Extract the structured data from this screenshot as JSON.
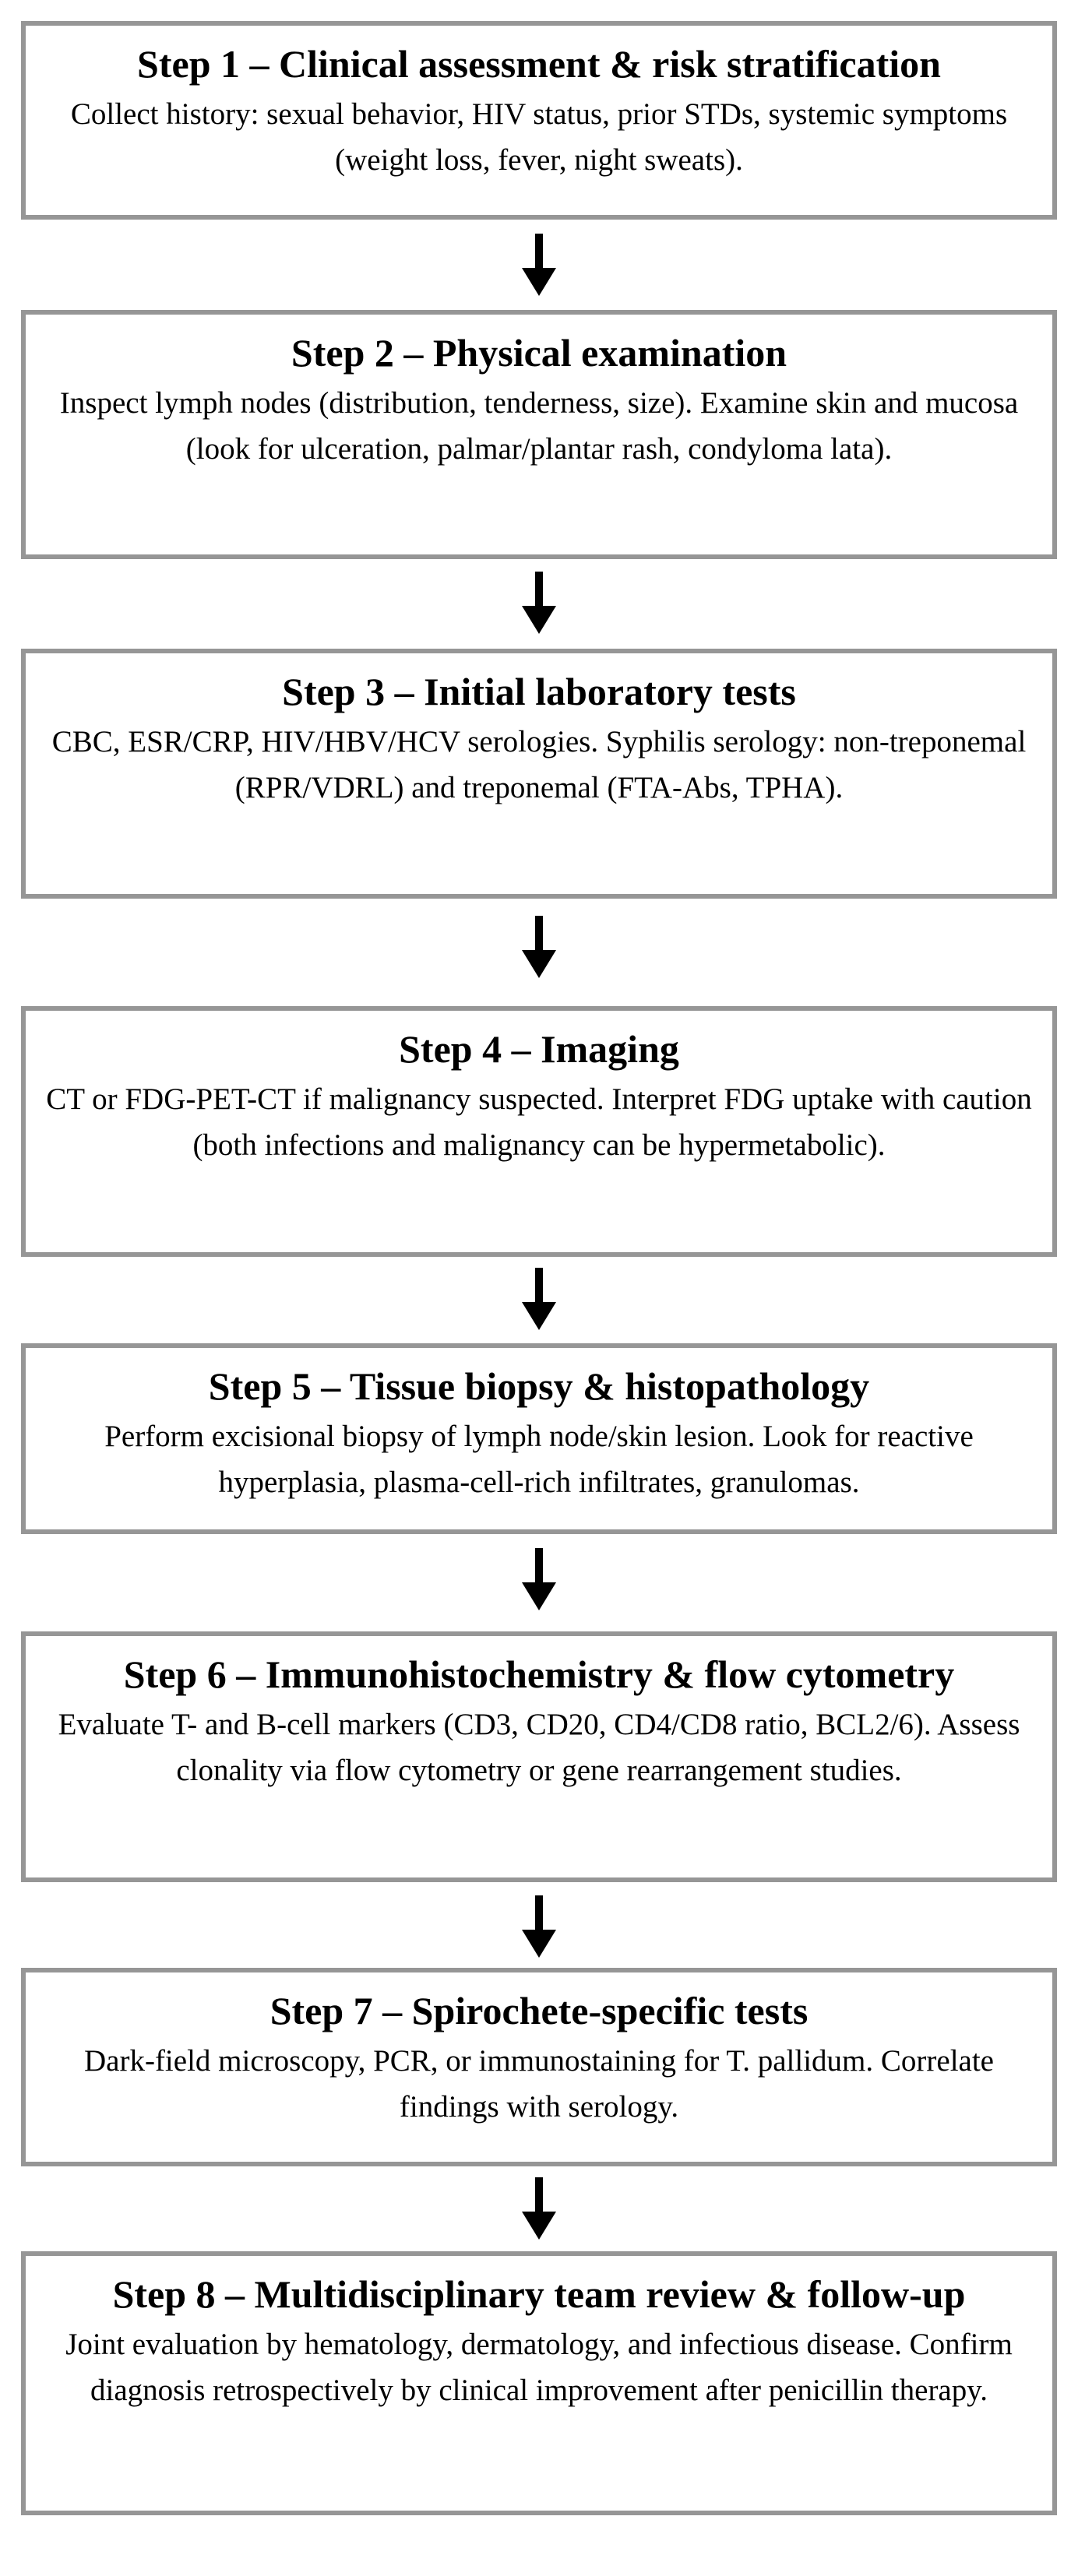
{
  "steps": [
    {
      "title": "Step 1 – Clinical assessment & risk stratification",
      "body": "Collect history: sexual behavior, HIV status, prior STDs, systemic symptoms (weight loss, fever, night sweats)."
    },
    {
      "title": "Step 2 – Physical examination",
      "body": "Inspect lymph nodes (distribution, tenderness, size). Examine skin and mucosa (look for ulceration, palmar/plantar rash, condyloma lata)."
    },
    {
      "title": "Step 3 – Initial laboratory tests",
      "body": "CBC, ESR/CRP, HIV/HBV/HCV serologies. Syphilis serology: non-treponemal (RPR/VDRL) and treponemal (FTA-Abs, TPHA)."
    },
    {
      "title": "Step 4 – Imaging",
      "body": "CT or FDG-PET-CT if malignancy suspected. Interpret FDG uptake with caution (both infections and malignancy can be hypermetabolic)."
    },
    {
      "title": "Step 5 – Tissue biopsy & histopathology",
      "body": "Perform excisional biopsy of lymph node/skin lesion. Look for reactive hyperplasia, plasma-cell-rich infiltrates, granulomas."
    },
    {
      "title": "Step 6 – Immunohistochemistry & flow cytometry",
      "body": "Evaluate T- and B-cell markers (CD3, CD20, CD4/CD8 ratio, BCL2/6). Assess clonality via flow cytometry or gene rearrangement studies."
    },
    {
      "title": "Step 7 – Spirochete-specific tests",
      "body": "Dark-field microscopy, PCR, or immunostaining for T. pallidum. Correlate findings with serology."
    },
    {
      "title": "Step 8 – Multidisciplinary team review & follow-up",
      "body": "Joint evaluation by hematology, dermatology, and infectious disease. Confirm diagnosis retrospectively by clinical improvement after penicillin therapy."
    }
  ]
}
